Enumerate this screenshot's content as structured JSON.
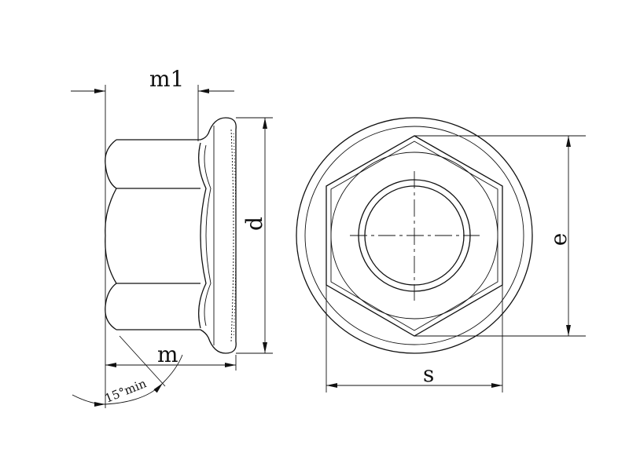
{
  "title": "Hex flange nut with serration",
  "dimensions": {
    "m1": "m1",
    "m": "m",
    "d": "d",
    "e": "e",
    "s": "s",
    "angle": "15°min"
  }
}
